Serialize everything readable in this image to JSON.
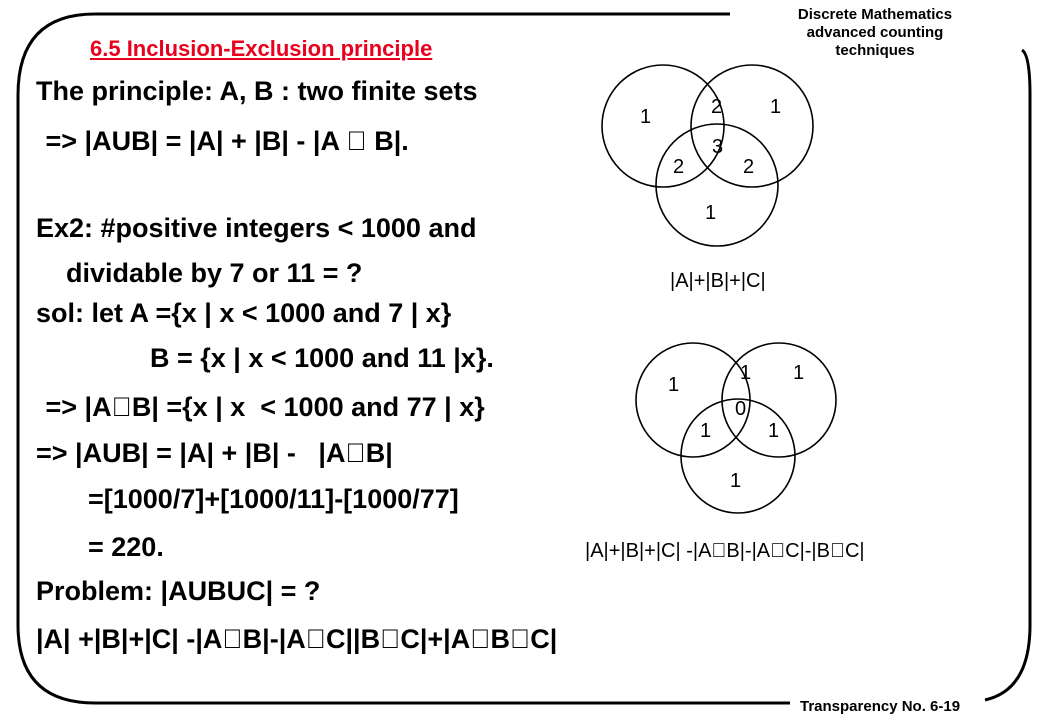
{
  "header": {
    "course": "Discrete Mathematics",
    "subtitle": "advanced counting techniques"
  },
  "slide_title": "6.5 Inclusion-Exclusion principle",
  "lines": [
    "The principle: A, B : two finite sets",
    " => |AUB| = |A| + |B| - |A  B|.",
    "Ex2: #positive integers < 1000 and",
    "dividable by 7 or 11 = ?",
    "sol: let A ={x | x < 1000 and 7 | x}",
    "B = {x | x < 1000 and 11 |x}.",
    " => |AB| ={x | x  < 1000 and 77 | x}",
    "=> |AUB| = |A| + |B| -   |AB|",
    "=[1000/7]+[1000/11]-[1000/77]",
    "= 220.",
    "Problem: |AUBUC| = ?",
    "|A| +|B|+|C| -|AB|-|AC||BC|+|ABC|"
  ],
  "venn_top": {
    "labels": [
      "1",
      "2",
      "1",
      "3",
      "2",
      "2",
      "1"
    ],
    "caption": "|A|+|B|+|C|"
  },
  "venn_bottom": {
    "labels": [
      "1",
      "1",
      "1",
      "0",
      "1",
      "1",
      "1"
    ],
    "caption": "|A|+|B|+|C| -|AB|-|AC|-|BC|"
  },
  "footer": "Transparency No. 6-19",
  "colors": {
    "title": "#e8001c",
    "text": "#000000",
    "frame": "#000000"
  }
}
